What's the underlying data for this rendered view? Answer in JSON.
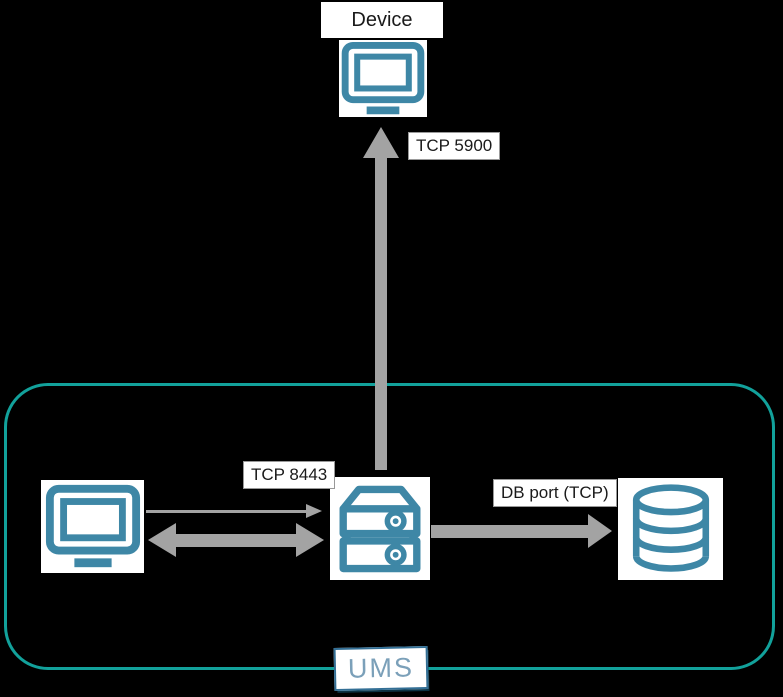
{
  "colors": {
    "background": "#000000",
    "icon_teal": "#3e87a6",
    "container_teal": "#12a19b",
    "arrow_gray": "#a3a3a3",
    "label_text": "#1a1a1a",
    "label_bg": "#ffffff",
    "label_border": "#999999",
    "ums_text": "#7ba0b9",
    "ums_box_border": "#336f95"
  },
  "nodes": {
    "device": {
      "label": "Device",
      "icon": "monitor-icon"
    },
    "admin_console": {
      "icon": "monitor-icon"
    },
    "ums_server": {
      "icon": "server-icon"
    },
    "database": {
      "icon": "database-icon"
    }
  },
  "container": {
    "label": "UMS"
  },
  "connections": {
    "server_to_device": {
      "label": "TCP 5900",
      "direction": "up",
      "style": "thick-arrow"
    },
    "console_to_server": {
      "label": "TCP 8443",
      "direction": "bidirectional",
      "style": "thin-right-arrow + thick-double-arrow"
    },
    "server_to_database": {
      "label": "DB port (TCP)",
      "direction": "right",
      "style": "thick-arrow"
    }
  }
}
